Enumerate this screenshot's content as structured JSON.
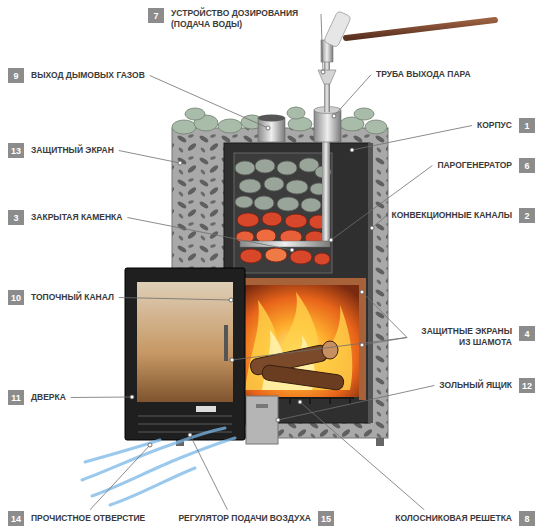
{
  "diagram": {
    "nodes": [
      {
        "text": [
          "7",
          "УСТРОЙСТВО ДОЗИРОВАНИЯ (ПОДАЧА ВОДЫ)"
        ]
      },
      {
        "text": [
          "9",
          "ВЫХОД ДЫМОВЫХ ГАЗОВ"
        ]
      },
      {
        "text": [
          "КОРПУС",
          "1"
        ]
      },
      {
        "text": [
          "13",
          "ЗАЩИТНЫЙ ЭКРАН"
        ]
      },
      {
        "text": [
          "ПАРОГЕНЕРАТОР",
          "6"
        ]
      },
      {
        "text": [
          "КОНВЕКЦИОННЫЕ КАНАЛЫ",
          "2"
        ]
      },
      {
        "text": [
          "3",
          "ЗАКРЫТАЯ КАМЕНКА"
        ]
      },
      {
        "text": [
          "10",
          "ТОПОЧНЫЙ КАНАЛ"
        ]
      },
      {
        "text": [
          "ЗАЩИТНЫЕ ЭКРАНЫ ИЗ ШАМОТА",
          "4"
        ]
      },
      {
        "text": [
          "ЗОЛЬНЫЙ ЯЩИК",
          "12"
        ]
      },
      {
        "text": [
          "11",
          "ДВЕРКА"
        ]
      },
      {
        "text": [
          "14",
          "ПРОЧИСТНОЕ ОТВЕРСТИЕ"
        ]
      },
      {
        "text": [
          "РЕГУЛЯТОР ПОДАЧИ ВОЗДУХА",
          "15"
        ]
      },
      {
        "text": [
          "КОЛОСНИКОВАЯ РЕШЕТКА",
          "8"
        ]
      }
    ],
    "labels": [
      "ТРУБА ВЫХОДА ПАРА"
    ]
  }
}
